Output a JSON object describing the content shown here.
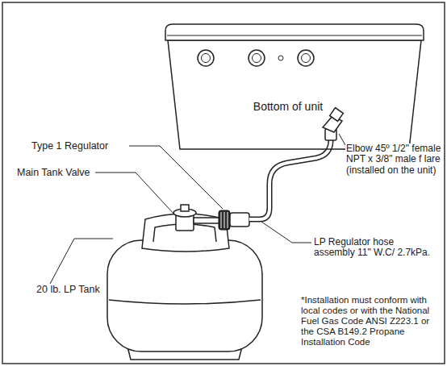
{
  "diagram": {
    "nodes": [
      {
        "text": [
          "Bottom of unit"
        ]
      }
    ],
    "labels": [
      "Type 1 Regulator",
      "Main Tank Valve",
      "20 lb. LP Tank",
      "Elbow 45º 1/2\" female NPT x 3/8\" male f lare (installed on the unit)",
      "LP Regulator hose assembly 11\" W.C/ 2.7kPa.",
      "*Installation must conform with local codes or with the National Fuel Gas Code ANSI Z223.1 or the CSA B149.2 Propane Installation Code"
    ]
  }
}
